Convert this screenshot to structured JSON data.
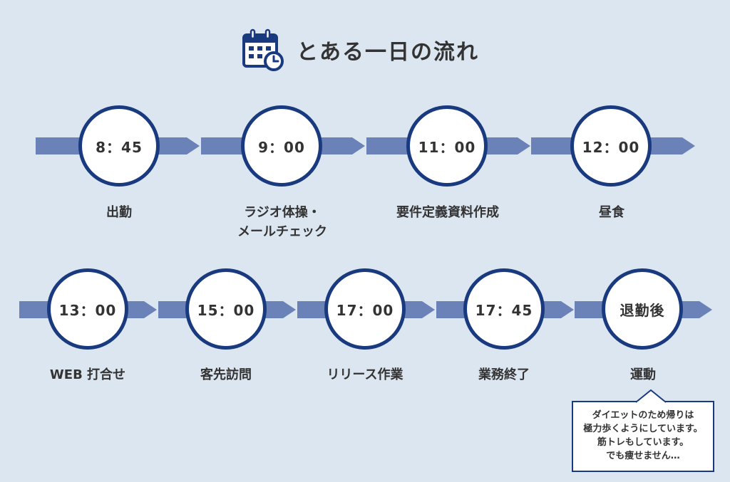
{
  "title": "とある一日の流れ",
  "colors": {
    "background": "#dce6f1",
    "arrow": "#6a82b8",
    "circle_border": "#1a3a80",
    "text": "#333333"
  },
  "row1": [
    {
      "time": "8：45",
      "label_lines": [
        "出勤"
      ]
    },
    {
      "time": "9：00",
      "label_lines": [
        "ラジオ体操・",
        "メールチェック"
      ]
    },
    {
      "time": "11：00",
      "label_lines": [
        "要件定義資料作成"
      ]
    },
    {
      "time": "12：00",
      "label_lines": [
        "昼食"
      ]
    }
  ],
  "row2": [
    {
      "time": "13：00",
      "label_lines": [
        "WEB 打合せ"
      ]
    },
    {
      "time": "15：00",
      "label_lines": [
        "客先訪問"
      ]
    },
    {
      "time": "17：00",
      "label_lines": [
        "リリース作業"
      ]
    },
    {
      "time": "17：45",
      "label_lines": [
        "業務終了"
      ]
    },
    {
      "time": "退勤後",
      "label_lines": [
        "運動"
      ]
    }
  ],
  "note": {
    "lines": [
      "ダイエットのため帰りは",
      "極力歩くようにしています。",
      "筋トレもしています。",
      "でも痩せません…"
    ]
  }
}
